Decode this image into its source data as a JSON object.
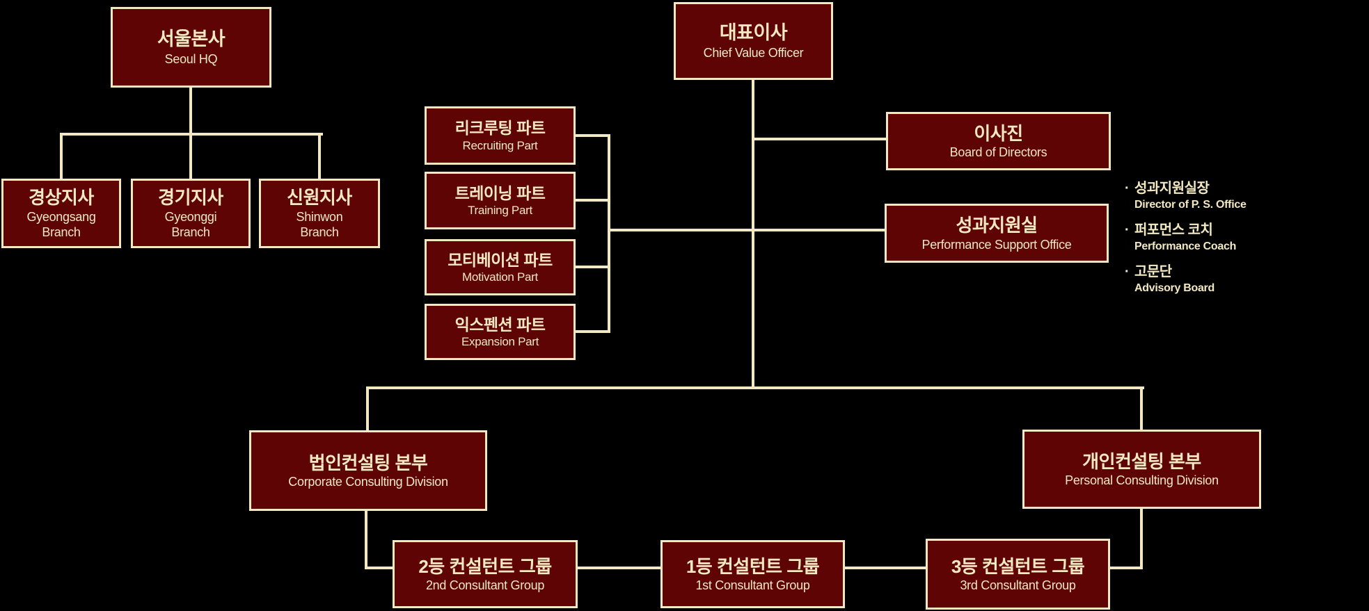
{
  "palette": {
    "background": "#000000",
    "box_fill": "#5e0404",
    "accent_cream": "#f2e8c2"
  },
  "org": {
    "seoul_tree": {
      "root": {
        "ko": "서울본사",
        "en": "Seoul HQ"
      },
      "branches": [
        {
          "ko": "경상지사",
          "en": "Gyeongsang Branch"
        },
        {
          "ko": "경기지사",
          "en": "Gyeonggi Branch"
        },
        {
          "ko": "신원지사",
          "en": "Shinwon Branch"
        }
      ]
    },
    "main_tree": {
      "root": {
        "ko": "대표이사",
        "en": "Chief Value Officer"
      },
      "parts": [
        {
          "ko": "리크루팅 파트",
          "en": "Recruiting Part"
        },
        {
          "ko": "트레이닝 파트",
          "en": "Training Part"
        },
        {
          "ko": "모티베이션 파트",
          "en": "Motivation Part"
        },
        {
          "ko": "익스펜션 파트",
          "en": "Expansion Part"
        }
      ],
      "board": {
        "ko": "이사진",
        "en": "Board of Directors"
      },
      "pso": {
        "ko": "성과지원실",
        "en": "Performance Support Office"
      },
      "notes_bullet": "·",
      "pso_notes": [
        {
          "ko": "성과지원실장",
          "en": "Director of P. S. Office"
        },
        {
          "ko": "퍼포먼스 코치",
          "en": "Performance Coach"
        },
        {
          "ko": "고문단",
          "en": "Advisory Board"
        }
      ],
      "divisions": [
        {
          "ko": "법인컨설팅 본부",
          "en": "Corporate Consulting Division"
        },
        {
          "ko": "개인컨설팅 본부",
          "en": "Personal Consulting Division"
        }
      ],
      "groups": [
        {
          "ko": "2등 컨설턴트 그룹",
          "en": "2nd Consultant Group"
        },
        {
          "ko": "1등 컨설턴트 그룹",
          "en": "1st Consultant Group"
        },
        {
          "ko": "3등 컨설턴트 그룹",
          "en": "3rd Consultant Group"
        }
      ]
    }
  }
}
